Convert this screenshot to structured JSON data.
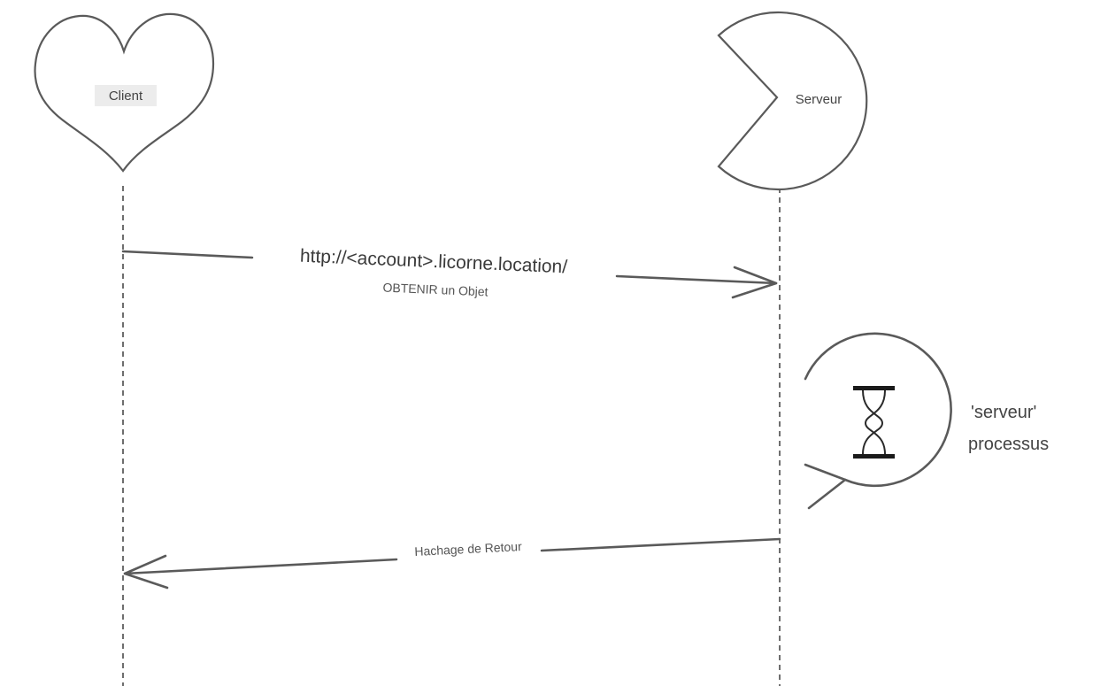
{
  "participants": {
    "client": {
      "label": "Client",
      "shape": "heart"
    },
    "server": {
      "label": "Serveur",
      "shape": "pacman"
    }
  },
  "messages": {
    "request": {
      "url": "http://<account>.licorne.location/",
      "subtitle": "OBTENIR un Objet",
      "direction": "client-to-server"
    },
    "response": {
      "label": "Hachage de Retour",
      "direction": "server-to-client"
    }
  },
  "process": {
    "line1": "'serveur'",
    "line2": "processus",
    "icon": "hourglass-icon"
  }
}
